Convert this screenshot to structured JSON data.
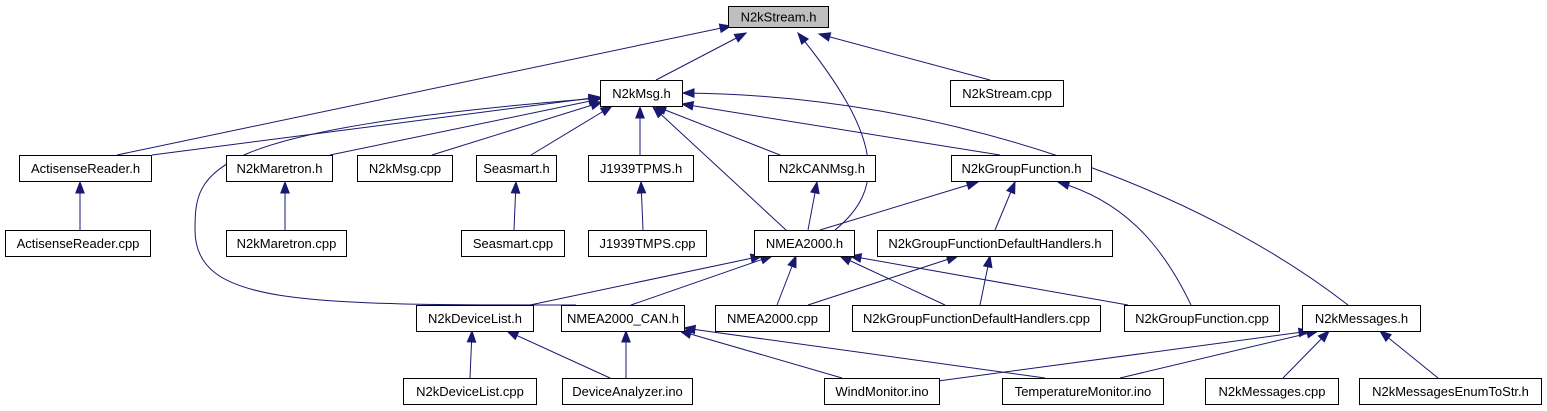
{
  "title": "N2kStream.h",
  "colors": {
    "edge": "#191970",
    "node_border": "#000000",
    "node_fill": "#ffffff",
    "root_fill": "#bfbfbf"
  },
  "nodes": {
    "stream_h": {
      "label": "N2kStream.h",
      "root": true
    },
    "stream_cpp": {
      "label": "N2kStream.cpp"
    },
    "msg_h": {
      "label": "N2kMsg.h"
    },
    "actisense_h": {
      "label": "ActisenseReader.h"
    },
    "actisense_cpp": {
      "label": "ActisenseReader.cpp"
    },
    "maretron_h": {
      "label": "N2kMaretron.h"
    },
    "maretron_cpp": {
      "label": "N2kMaretron.cpp"
    },
    "msg_cpp": {
      "label": "N2kMsg.cpp"
    },
    "seasmart_h": {
      "label": "Seasmart.h"
    },
    "seasmart_cpp": {
      "label": "Seasmart.cpp"
    },
    "tpms_h": {
      "label": "J1939TPMS.h"
    },
    "tpms_cpp": {
      "label": "J1939TMPS.cpp"
    },
    "canmsg_h": {
      "label": "N2kCANMsg.h"
    },
    "groupfn_h": {
      "label": "N2kGroupFunction.h"
    },
    "nmea2000_h": {
      "label": "NMEA2000.h"
    },
    "gfdh_h": {
      "label": "N2kGroupFunctionDefaultHandlers.h"
    },
    "devicelist_h": {
      "label": "N2kDeviceList.h"
    },
    "nmeacan_h": {
      "label": "NMEA2000_CAN.h"
    },
    "nmea2000_cpp": {
      "label": "NMEA2000.cpp"
    },
    "gfdh_cpp": {
      "label": "N2kGroupFunctionDefaultHandlers.cpp"
    },
    "groupfn_cpp": {
      "label": "N2kGroupFunction.cpp"
    },
    "messages_h": {
      "label": "N2kMessages.h"
    },
    "devicelist_cpp": {
      "label": "N2kDeviceList.cpp"
    },
    "analyzer_ino": {
      "label": "DeviceAnalyzer.ino"
    },
    "wind_ino": {
      "label": "WindMonitor.ino"
    },
    "temp_ino": {
      "label": "TemperatureMonitor.ino"
    },
    "messages_cpp": {
      "label": "N2kMessages.cpp"
    },
    "enumtostr_h": {
      "label": "N2kMessagesEnumToStr.h"
    }
  },
  "edges": [
    {
      "from": "stream_cpp",
      "to": "stream_h"
    },
    {
      "from": "msg_h",
      "to": "stream_h"
    },
    {
      "from": "actisense_h",
      "to": "stream_h"
    },
    {
      "from": "nmea2000_h",
      "to": "stream_h"
    },
    {
      "from": "actisense_h",
      "to": "msg_h"
    },
    {
      "from": "maretron_h",
      "to": "msg_h"
    },
    {
      "from": "msg_cpp",
      "to": "msg_h"
    },
    {
      "from": "seasmart_h",
      "to": "msg_h"
    },
    {
      "from": "tpms_h",
      "to": "msg_h"
    },
    {
      "from": "canmsg_h",
      "to": "msg_h"
    },
    {
      "from": "groupfn_h",
      "to": "msg_h"
    },
    {
      "from": "nmea2000_h",
      "to": "msg_h"
    },
    {
      "from": "messages_h",
      "to": "msg_h"
    },
    {
      "from": "nmeacan_h",
      "to": "msg_h"
    },
    {
      "from": "actisense_cpp",
      "to": "actisense_h"
    },
    {
      "from": "maretron_cpp",
      "to": "maretron_h"
    },
    {
      "from": "seasmart_cpp",
      "to": "seasmart_h"
    },
    {
      "from": "tpms_cpp",
      "to": "tpms_h"
    },
    {
      "from": "nmea2000_h",
      "to": "canmsg_h"
    },
    {
      "from": "nmea2000_h",
      "to": "groupfn_h"
    },
    {
      "from": "gfdh_h",
      "to": "groupfn_h"
    },
    {
      "from": "groupfn_cpp",
      "to": "groupfn_h"
    },
    {
      "from": "devicelist_h",
      "to": "nmea2000_h"
    },
    {
      "from": "nmeacan_h",
      "to": "nmea2000_h"
    },
    {
      "from": "nmea2000_cpp",
      "to": "nmea2000_h"
    },
    {
      "from": "gfdh_cpp",
      "to": "nmea2000_h"
    },
    {
      "from": "groupfn_cpp",
      "to": "nmea2000_h"
    },
    {
      "from": "nmea2000_cpp",
      "to": "gfdh_h"
    },
    {
      "from": "gfdh_cpp",
      "to": "gfdh_h"
    },
    {
      "from": "devicelist_cpp",
      "to": "devicelist_h"
    },
    {
      "from": "analyzer_ino",
      "to": "devicelist_h"
    },
    {
      "from": "analyzer_ino",
      "to": "nmeacan_h"
    },
    {
      "from": "wind_ino",
      "to": "nmeacan_h"
    },
    {
      "from": "temp_ino",
      "to": "nmeacan_h"
    },
    {
      "from": "wind_ino",
      "to": "messages_h"
    },
    {
      "from": "temp_ino",
      "to": "messages_h"
    },
    {
      "from": "messages_cpp",
      "to": "messages_h"
    },
    {
      "from": "enumtostr_h",
      "to": "messages_h"
    }
  ]
}
